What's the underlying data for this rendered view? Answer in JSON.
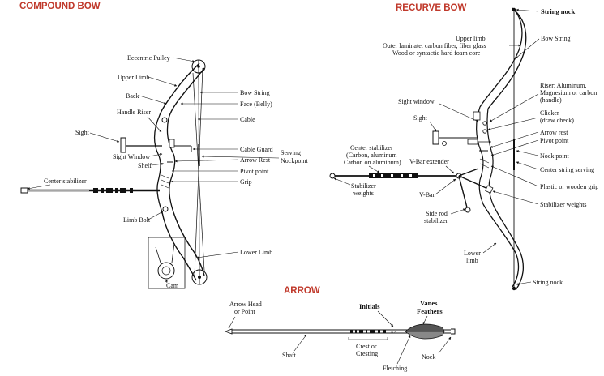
{
  "titles": {
    "compound": "COMPOUND BOW",
    "recurve": "RECURVE BOW",
    "arrow": "ARROW"
  },
  "colors": {
    "title": "#c0392b",
    "ink": "#111111"
  },
  "compound": {
    "eccentric_pulley": "Eccentric Pulley",
    "upper_limb": "Upper Limb",
    "back": "Back",
    "handle_riser": "Handle Riser",
    "sight": "Sight",
    "sight_window": "Sight Window",
    "shelf": "Shelf",
    "center_stabilizer": "Center stabilizer",
    "limb_bolt": "Limb Bolt",
    "cam": "Cam",
    "bow_string": "Bow String",
    "face_belly": "Face (Belly)",
    "cable": "Cable",
    "cable_guard": "Cable Guard",
    "arrow_rest": "Arrow Rest",
    "serving": "Serving",
    "nockpoint": "Nockpoint",
    "pivot_point": "Pivot point",
    "grip": "Grip",
    "lower_limb": "Lower Limb"
  },
  "recurve": {
    "string_nock_top": "String nock",
    "upper_limb": "Upper limb",
    "outer_laminate": "Outer laminate: carbon fiber, fiber glass",
    "core": "Wood or syntactic hard foam core",
    "bow_string": "Bow String",
    "riser_1": "Riser: Aluminum,",
    "riser_2": "Magnesium or carbon",
    "riser_3": "(handle)",
    "clicker_1": "Clicker",
    "clicker_2": "(draw check)",
    "arrow_rest": "Arrow rest",
    "pivot_point": "Pivot point",
    "nock_point": "Nock point",
    "center_string_serving": "Center string serving",
    "grip": "Plastic or wooden grip",
    "stabilizer_weights_right": "Stabilizer  weights",
    "sight_window": "Sight window",
    "sight": "Sight",
    "center_stab_1": "Center stabilizer",
    "center_stab_2": "(Carbon, aluminum",
    "center_stab_3": "Carbon on aluminum)",
    "vbar_extender": "V-Bar extender",
    "stab_weights_1": "Stabilizer",
    "stab_weights_2": "weights",
    "vbar": "V-Bar",
    "side_rod_1": "Side rod",
    "side_rod_2": "stabilizer",
    "lower_limb_1": "Lower",
    "lower_limb_2": "limb",
    "string_nock_bottom": "String nock"
  },
  "arrow": {
    "head_1": "Arrow Head",
    "head_2": "or Point",
    "initials": "Initials",
    "vanes": "Vanes",
    "feathers": "Feathers",
    "shaft": "Shaft",
    "crest_1": "Crest or",
    "crest_2": "Cresting",
    "nock": "Nock",
    "fletching": "Fletching"
  }
}
